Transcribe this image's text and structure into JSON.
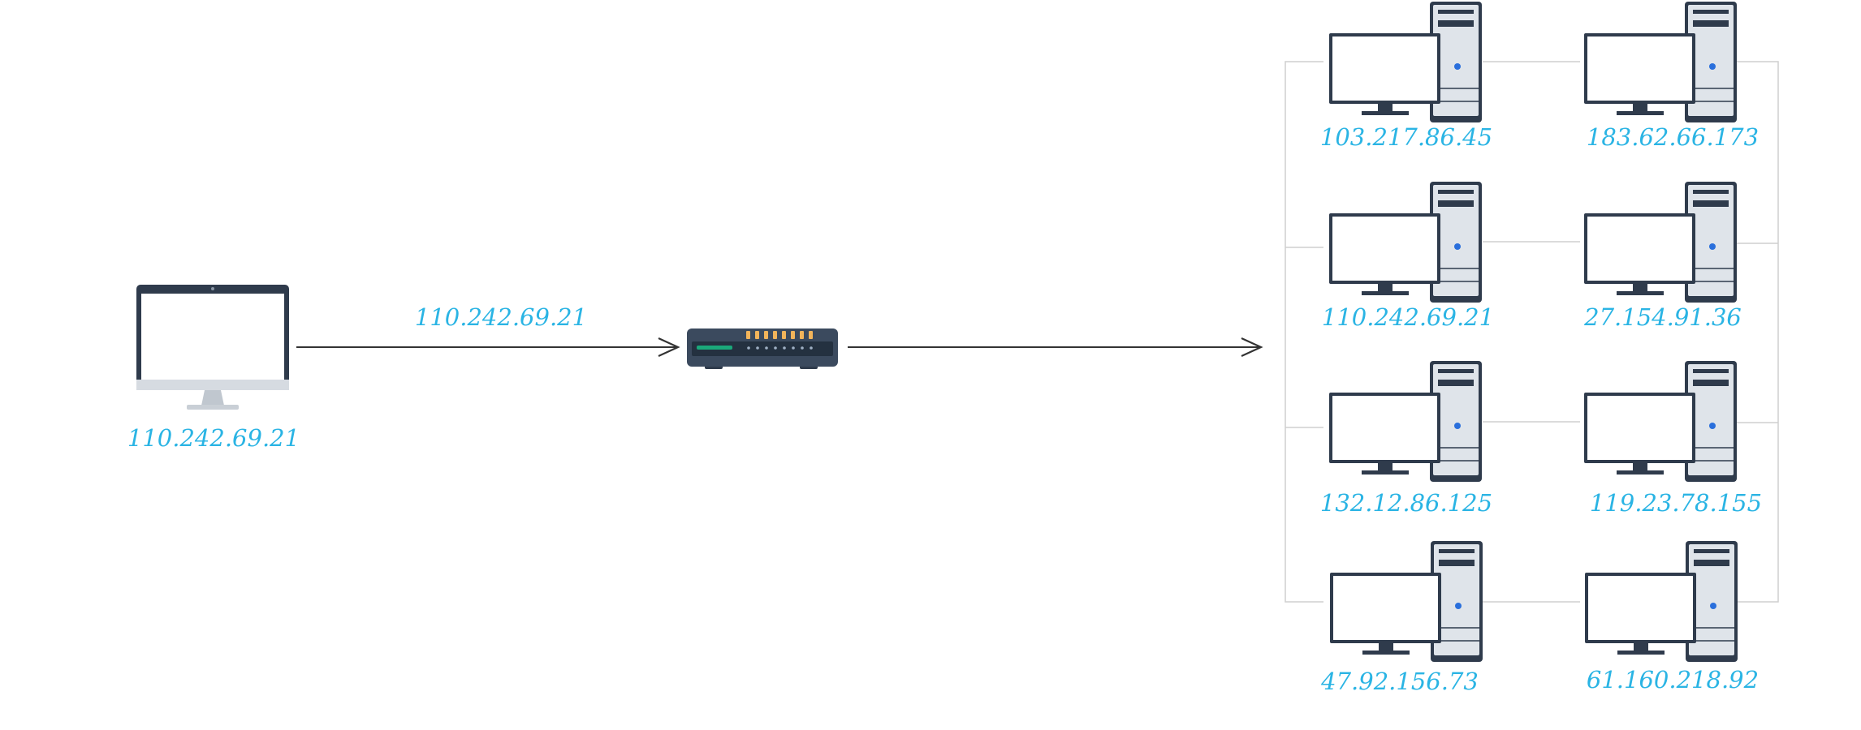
{
  "colors": {
    "label": "#2ab4e4",
    "arrow": "#333333",
    "link": "#cfcfcf",
    "tower_body": "#dfe4ea",
    "tower_outline": "#2f3b4c",
    "monitor_outline": "#2f3b4c",
    "router_body": "#3b4a5e",
    "router_led_strip": "#1aa87a",
    "router_ports": "#f2b45a"
  },
  "client": {
    "icon": "imac-desktop-icon",
    "ip": "110.242.69.21"
  },
  "connection": {
    "label": "110.242.69.21"
  },
  "router": {
    "icon": "router-icon"
  },
  "servers": [
    {
      "ip": "103.217.86.45"
    },
    {
      "ip": "183.62.66.173"
    },
    {
      "ip": "110.242.69.21"
    },
    {
      "ip": "27.154.91.36"
    },
    {
      "ip": "132.12.86.125"
    },
    {
      "ip": "119.23.78.155"
    },
    {
      "ip": "47.92.156.73"
    },
    {
      "ip": "61.160.218.92"
    }
  ]
}
